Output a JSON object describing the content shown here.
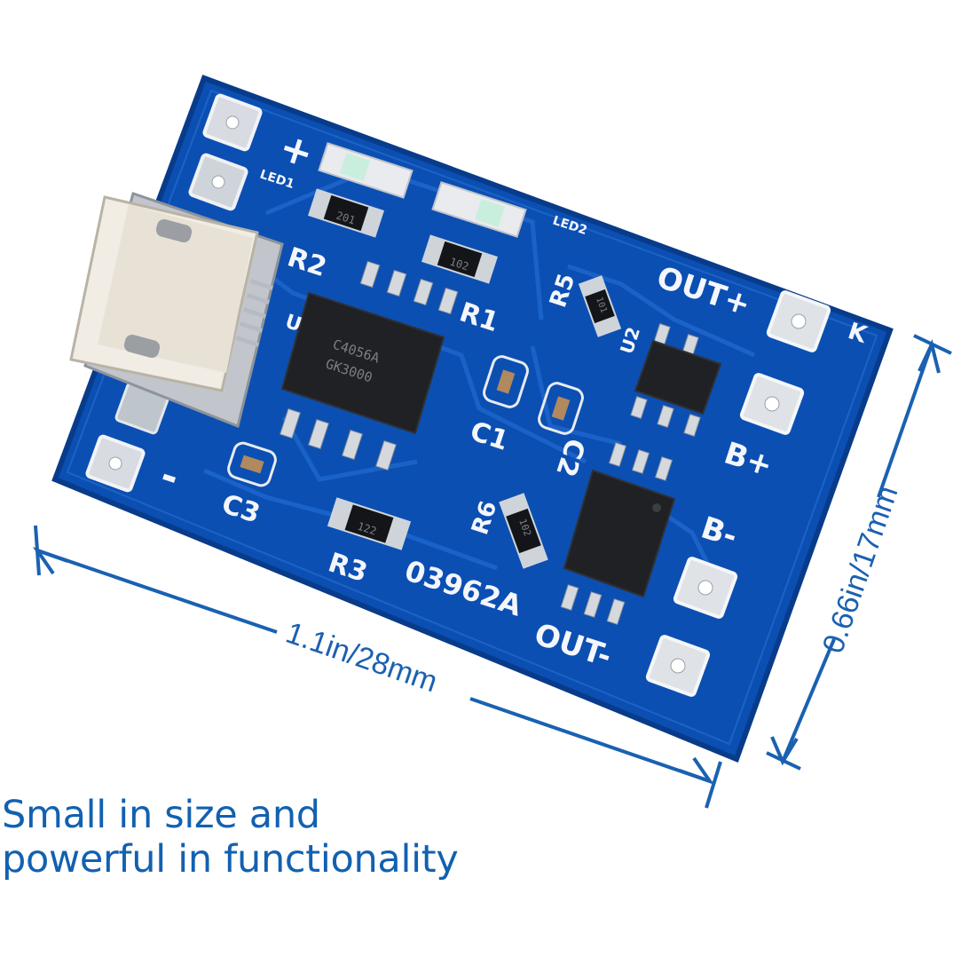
{
  "headline": {
    "line1": "Small in size and",
    "line2": "powerful in functionality"
  },
  "dimensions": {
    "width_label": "1.1in/28mm",
    "height_label": "0.66in/17mm"
  },
  "board": {
    "color": "#0a4fb4",
    "pads": {
      "plus": "+",
      "minus": "-",
      "out_plus": "OUT+",
      "out_minus": "OUT-",
      "b_plus": "B+",
      "b_minus": "B-",
      "k": "K"
    },
    "silkscreen": {
      "led1": "LED1",
      "led2": "LED2",
      "r1": "R1",
      "r2": "R2",
      "r3": "R3",
      "r5": "R5",
      "r6": "R6",
      "c1": "C1",
      "c2": "C2",
      "c3": "C3",
      "u2": "U2",
      "u1": "U",
      "board_code": "03962A"
    },
    "chip_marking": {
      "line1": "C4056A",
      "line2": "GK3000"
    },
    "resistor_codes": {
      "r1": "102",
      "r2": "201",
      "r3": "122",
      "r5": "101",
      "r6": "102"
    }
  },
  "colors": {
    "accent_blue": "#1261b0",
    "silkscreen": "#f4f6fb",
    "pad_silver": "#dfe3e8"
  }
}
